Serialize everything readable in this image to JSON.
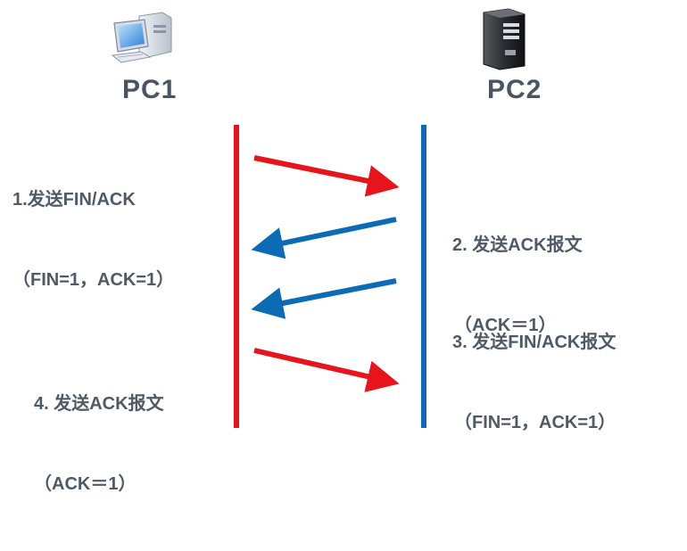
{
  "hosts": {
    "pc1": {
      "label": "PC1",
      "icon": "desktop-computer-icon",
      "line_color": "#e8141b"
    },
    "pc2": {
      "label": "PC2",
      "icon": "server-tower-icon",
      "line_color": "#0b6bb5"
    }
  },
  "steps": [
    {
      "line1": "1.发送FIN/ACK",
      "line2": "（FIN=1，ACK=1）",
      "direction": "pc1-to-pc2",
      "color": "#e8141b"
    },
    {
      "line1": "2. 发送ACK报文",
      "line2": "（ACK＝1）",
      "direction": "pc2-to-pc1",
      "color": "#0b6bb5"
    },
    {
      "line1": "3. 发送FIN/ACK报文",
      "line2": "（FIN=1，ACK=1）",
      "direction": "pc2-to-pc1",
      "color": "#0b6bb5"
    },
    {
      "line1": "4. 发送ACK报文",
      "line2": "（ACK＝1）",
      "direction": "pc1-to-pc2",
      "color": "#e8141b"
    }
  ]
}
